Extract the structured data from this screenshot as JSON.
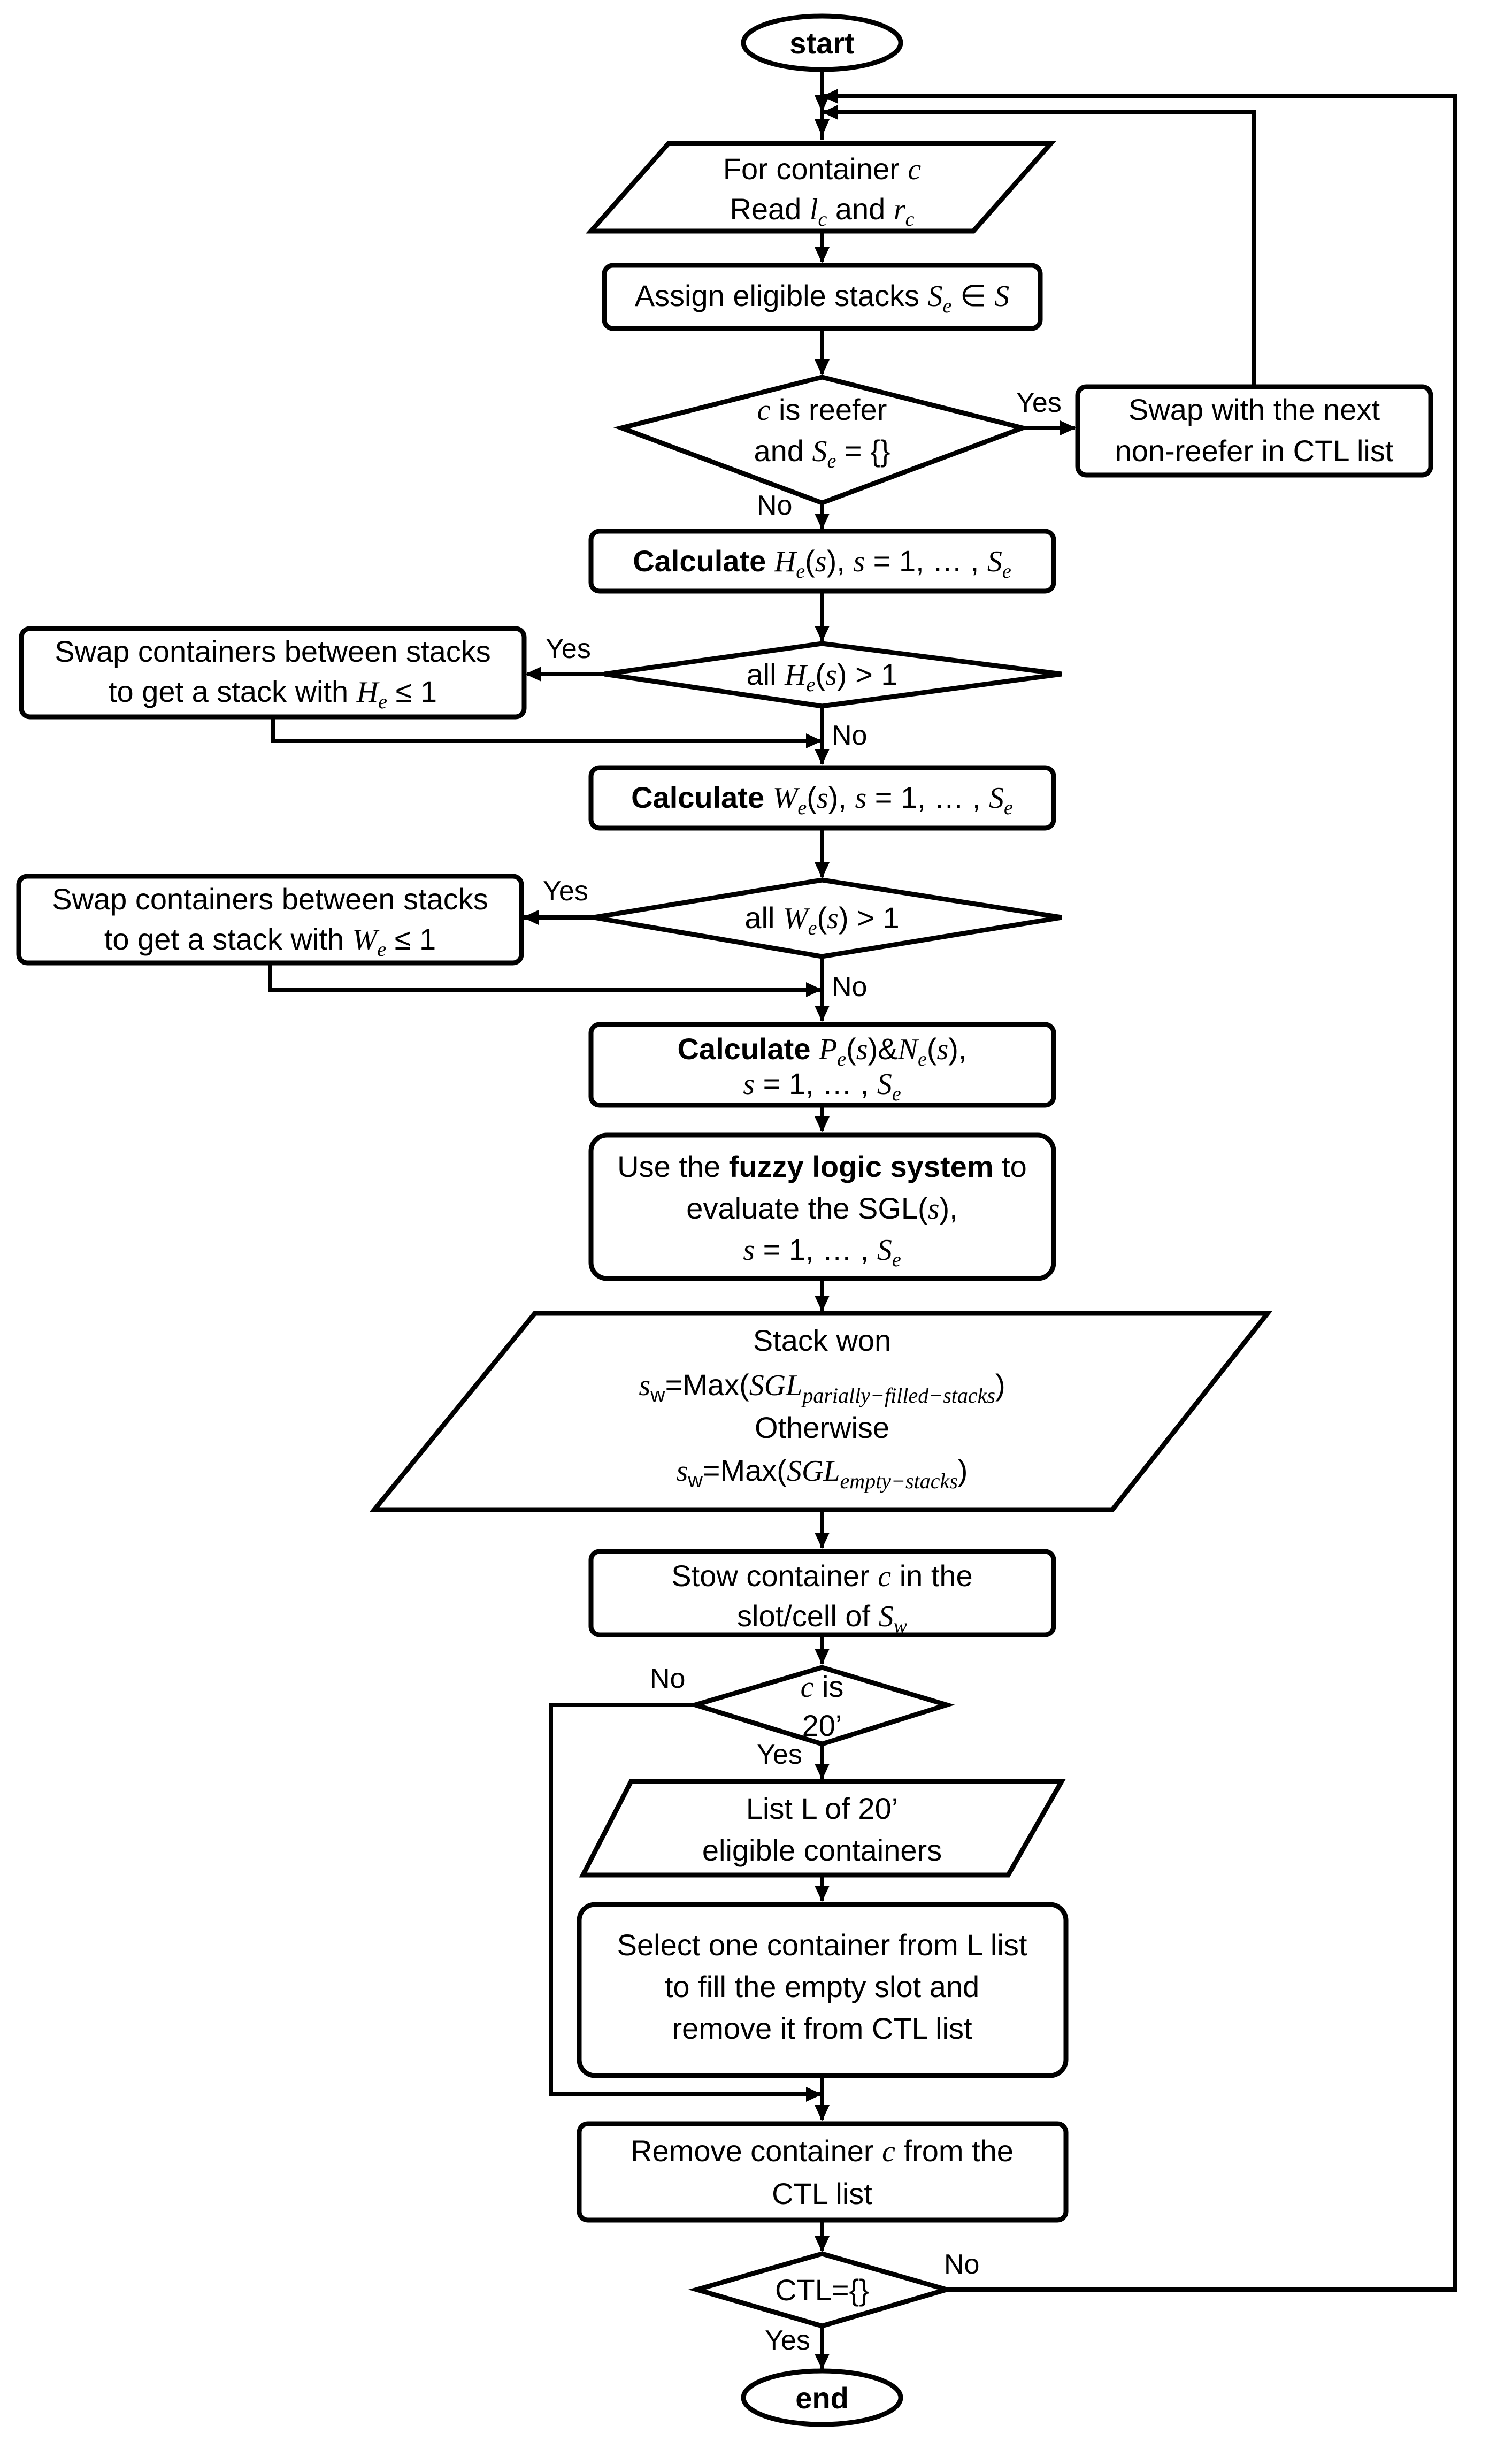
{
  "diagram": {
    "start": "start",
    "end": "end",
    "read_container": {
      "line1": "For container c",
      "line2": "Read l_c and r_c"
    },
    "assign_stacks": "Assign eligible stacks S_e ∈ S",
    "reefer_check": {
      "line1": "c is reefer",
      "line2": "and S_e = {}"
    },
    "swap_reefer": {
      "line1": "Swap with the next",
      "line2": "non-reefer in CTL list"
    },
    "calc_h": {
      "bold": "Calculate",
      "rest": "H_e(s), s = 1, … , S_e"
    },
    "check_h": "all H_e(s) > 1",
    "swap_h": {
      "line1": "Swap containers between stacks",
      "line2": "to get a stack with H_e ≤ 1"
    },
    "calc_w": {
      "bold": "Calculate",
      "rest": "W_e(s), s = 1, … , S_e"
    },
    "check_w": "all W_e(s) > 1",
    "swap_w": {
      "line1": "Swap containers between stacks",
      "line2": "to get a stack with W_e ≤ 1"
    },
    "calc_pn": {
      "bold": "Calculate",
      "line1_rest": "P_e(s)&N_e(s),",
      "line2": "s = 1, … , S_e"
    },
    "fuzzy": {
      "pre": "Use the",
      "bold": "fuzzy logic system",
      "post": "to",
      "line2": "evaluate the SGL(s),",
      "line3": "s = 1, … , S_e"
    },
    "stack_won": {
      "line1": "Stack won",
      "line2": "s_w=Max(SGL_parially−filled−stacks)",
      "line3": "Otherwise",
      "line4": "s_w=Max(SGL_empty−stacks)"
    },
    "stow": {
      "line1": "Stow container c in the",
      "line2": "slot/cell of S_w"
    },
    "check_20": {
      "line1": "c is",
      "line2": "20’"
    },
    "list_l": {
      "line1": "List L of 20’",
      "line2": "eligible containers"
    },
    "select": {
      "line1": "Select one container  from L list",
      "line2": "to fill the empty slot and",
      "line3": "remove it from CTL list"
    },
    "remove": {
      "line1": "Remove container c from the",
      "line2": "CTL list"
    },
    "check_ctl": "CTL={}",
    "labels": {
      "yes": "Yes",
      "no": "No"
    }
  }
}
